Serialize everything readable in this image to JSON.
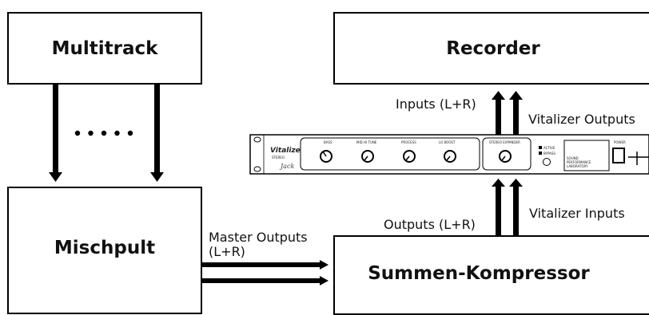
{
  "boxes": {
    "multitrack": "Multitrack",
    "recorder": "Recorder",
    "mischpult": "Mischpult",
    "summen": "Summen-Kompressor"
  },
  "labels": {
    "inputs": "Inputs (L+R)",
    "vitalizer_outputs": "Vitalizer Outputs",
    "vitalizer_inputs": "Vitalizer Inputs",
    "outputs": "Outputs (L+R)",
    "master_outputs_line1": "Master Outputs",
    "master_outputs_line2": "(L+R)"
  },
  "device": {
    "brand": "Vitalizer",
    "model": "STEREO",
    "logo": "Jack",
    "section_labels": [
      "BASS",
      "MID HI TUNE",
      "PROCESS",
      "LO BOOST",
      "STEREO EXPANDER"
    ],
    "bypass_labels": [
      "ACTIVE",
      "BYPASS"
    ],
    "maker_text": [
      "SOUND",
      "PERFORMANCE",
      "LABORATORY"
    ],
    "power_label": "POWER"
  },
  "colors": {
    "line": "#000000",
    "fill": "#ffffff"
  }
}
